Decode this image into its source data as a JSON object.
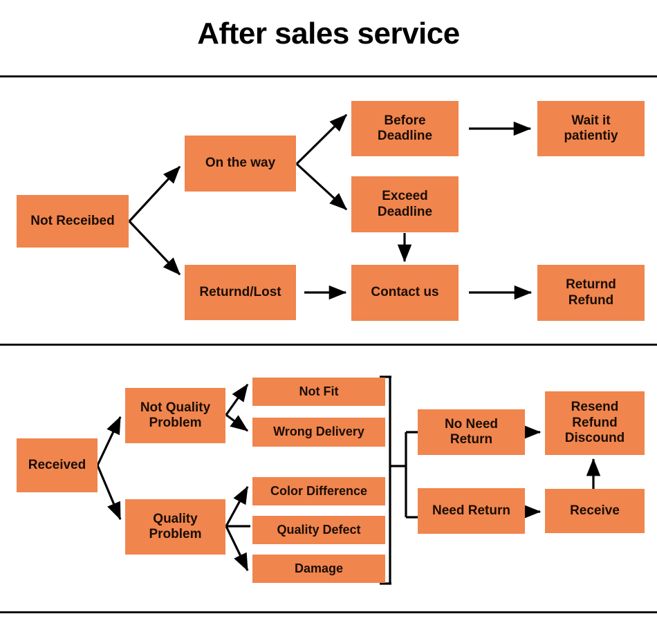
{
  "page": {
    "title": "After sales service",
    "background_color": "#ffffff",
    "node_fill_color": "#F0854E",
    "node_text_color": "#1a0d05",
    "connector_color": "#000000",
    "divider_color": "#111111"
  },
  "dividers": [
    {
      "name": "divider-top"
    },
    {
      "name": "divider-middle"
    },
    {
      "name": "divider-bottom"
    }
  ],
  "sections": [
    {
      "id": "not-received",
      "nodes": [
        {
          "id": "not-receibed",
          "label": "Not Receibed"
        },
        {
          "id": "on-the-way",
          "label": "On the way"
        },
        {
          "id": "returnd-lost",
          "label": "Returnd/Lost"
        },
        {
          "id": "before-deadline",
          "label": "Before\nDeadline"
        },
        {
          "id": "exceed-deadline",
          "label": "Exceed\nDeadline"
        },
        {
          "id": "wait-patiently",
          "label": "Wait it\npatientiy"
        },
        {
          "id": "contact-us",
          "label": "Contact us"
        },
        {
          "id": "returnd-refund",
          "label": "Returnd\nRefund"
        }
      ],
      "edges": [
        {
          "from": "not-receibed",
          "to": "on-the-way",
          "arrow": true
        },
        {
          "from": "not-receibed",
          "to": "returnd-lost",
          "arrow": true
        },
        {
          "from": "on-the-way",
          "to": "before-deadline",
          "arrow": true
        },
        {
          "from": "on-the-way",
          "to": "exceed-deadline",
          "arrow": true
        },
        {
          "from": "before-deadline",
          "to": "wait-patiently",
          "arrow": true
        },
        {
          "from": "exceed-deadline",
          "to": "contact-us",
          "arrow": true
        },
        {
          "from": "returnd-lost",
          "to": "contact-us",
          "arrow": true
        },
        {
          "from": "contact-us",
          "to": "returnd-refund",
          "arrow": true
        }
      ]
    },
    {
      "id": "received",
      "nodes": [
        {
          "id": "received",
          "label": "Received"
        },
        {
          "id": "not-quality-problem",
          "label": "Not Quality\nProblem"
        },
        {
          "id": "quality-problem",
          "label": "Quality\nProblem"
        },
        {
          "id": "not-fit",
          "label": "Not Fit"
        },
        {
          "id": "wrong-delivery",
          "label": "Wrong Delivery"
        },
        {
          "id": "color-difference",
          "label": "Color Difference"
        },
        {
          "id": "quality-defect",
          "label": "Quality Defect"
        },
        {
          "id": "damage",
          "label": "Damage"
        },
        {
          "id": "no-need-return",
          "label": "No Need\nReturn"
        },
        {
          "id": "need-return",
          "label": "Need Return"
        },
        {
          "id": "resend-refund",
          "label": "Resend\nRefund\nDiscound"
        },
        {
          "id": "receive",
          "label": "Receive"
        }
      ],
      "edges": [
        {
          "from": "received",
          "to": "not-quality-problem",
          "arrow": true
        },
        {
          "from": "received",
          "to": "quality-problem",
          "arrow": true
        },
        {
          "from": "not-quality-problem",
          "to": "not-fit",
          "arrow": true
        },
        {
          "from": "not-quality-problem",
          "to": "wrong-delivery",
          "arrow": true
        },
        {
          "from": "quality-problem",
          "to": "color-difference",
          "arrow": true
        },
        {
          "from": "quality-problem",
          "to": "quality-defect",
          "arrow": false
        },
        {
          "from": "quality-problem",
          "to": "damage",
          "arrow": true
        },
        {
          "from": "issues-bracket",
          "to": "no-need-return",
          "arrow": false
        },
        {
          "from": "issues-bracket",
          "to": "need-return",
          "arrow": false
        },
        {
          "from": "no-need-return",
          "to": "resend-refund",
          "arrow": true
        },
        {
          "from": "need-return",
          "to": "receive",
          "arrow": true
        },
        {
          "from": "receive",
          "to": "resend-refund",
          "arrow": true
        }
      ]
    }
  ]
}
